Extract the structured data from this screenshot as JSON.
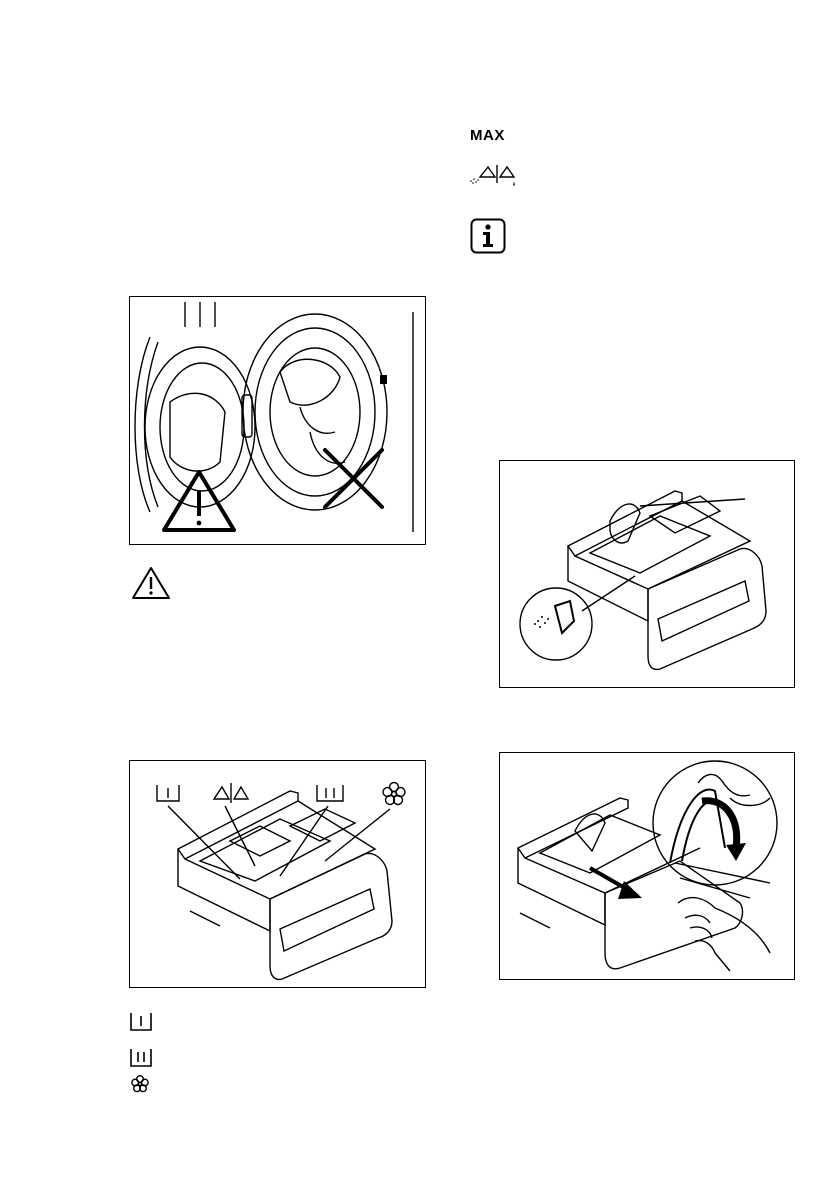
{
  "symbols": {
    "max_label": "MAX"
  },
  "figures": {
    "door_warning": {
      "description_name": "do-not-leave-laundry-in-door-seal"
    },
    "dispenser_compartments": {
      "description_name": "detergent-dispenser-compartments"
    },
    "powder_flap": {
      "description_name": "dispenser-flap-powder-position"
    },
    "remove_dispenser": {
      "description_name": "pull-out-dispenser-drawer"
    }
  },
  "legend": {
    "items": [
      {
        "icon": "prewash-compartment-icon",
        "text": ""
      },
      {
        "icon": "main-wash-compartment-icon",
        "text": ""
      },
      {
        "icon": "fabric-softener-icon",
        "text": ""
      }
    ]
  },
  "colors": {
    "line": "#000000",
    "background": "#ffffff"
  }
}
